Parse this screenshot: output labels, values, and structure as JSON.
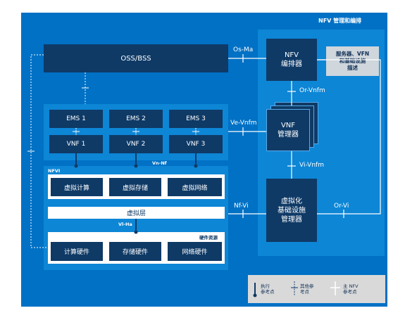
{
  "nfv_title": "NFV 管理和编排",
  "oss": "OSS/BSS",
  "nfvo": [
    "NFV",
    "编排器"
  ],
  "desc": [
    "服务器、VFN",
    "和基础设施",
    "描述"
  ],
  "vnfm": [
    "VNF",
    "管理器"
  ],
  "vim": [
    "虚拟化",
    "基础设施",
    "管理器"
  ],
  "ems": [
    "EMS 1",
    "EMS 2",
    "EMS 3"
  ],
  "vnf": [
    "VNF 1",
    "VNF 2",
    "VNF 3"
  ],
  "nfvi_label": "NFVI",
  "virtual_resources": [
    "虚拟计算",
    "虚拟存储",
    "虚拟网络"
  ],
  "virtual_layer": "虚拟层",
  "hw_label": "硬件资源",
  "hardware": [
    "计算硬件",
    "存储硬件",
    "网络硬件"
  ],
  "refs": {
    "os_ma": "Os-Ma",
    "ve_vnfm": "Ve-Vnfm",
    "or_vnfm": "Or-Vnfm",
    "vi_vnfm": "Vi-Vnfm",
    "nf_vi": "Nf-Vi",
    "or_vi": "Or-Vi",
    "vn_nf": "Vn-Nf",
    "vl_ha": "Vl-Ha"
  },
  "legend": {
    "exec": [
      "执行",
      "参考点"
    ],
    "other": [
      "其他参",
      "考点"
    ],
    "main": [
      "主 NFV",
      "参考点"
    ]
  },
  "colors": {
    "frame": "#0071c5",
    "panel": "#0d86d6",
    "dark_box": "#0f3a66",
    "desc_box": "#cfd6dc",
    "legend_bg": "#d9d9d9"
  }
}
